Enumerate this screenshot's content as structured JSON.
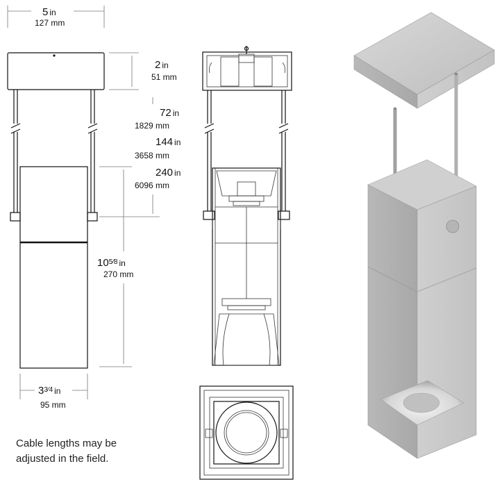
{
  "dimensions": {
    "canopy_width": {
      "imperial": "5",
      "imperial_unit": "in",
      "metric": "127 mm"
    },
    "canopy_height": {
      "imperial": "2",
      "imperial_unit": "in",
      "metric": "51 mm"
    },
    "cable_72": {
      "imperial": "72",
      "imperial_unit": "in",
      "metric": "1829 mm"
    },
    "cable_144": {
      "imperial": "144",
      "imperial_unit": "in",
      "metric": "3658 mm"
    },
    "cable_240": {
      "imperial": "240",
      "imperial_unit": "in",
      "metric": "6096 mm"
    },
    "fixture_height": {
      "imperial_whole": "10",
      "imperial_frac": "5⁄8",
      "imperial_unit": "in",
      "metric": "270 mm"
    },
    "fixture_width": {
      "imperial_whole": "3",
      "imperial_frac": "3⁄4",
      "imperial_unit": "in",
      "metric": "95 mm"
    }
  },
  "note": "Cable lengths may be adjusted in the field.",
  "colors": {
    "line": "#111111",
    "dim_line": "#777777",
    "aluminum": "#c4c4c4"
  }
}
